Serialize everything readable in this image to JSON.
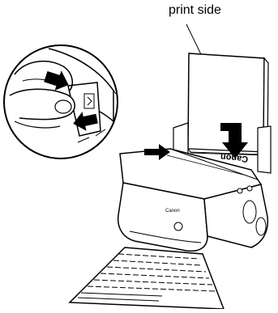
{
  "labels": {
    "print_side": "print side"
  },
  "printer": {
    "brand_on_paper": "Canon",
    "brand_on_body": "Canon"
  },
  "icons": {
    "paper_arrow": "bold-down-arrow-icon",
    "guide_arrow": "right-arrow-icon",
    "inset_arrow_upper": "down-arrow-icon",
    "inset_arrow_lower": "left-arrow-icon"
  },
  "colors": {
    "line": "#000000",
    "paper": "#ffffff",
    "shade": "#d9d9d9"
  }
}
